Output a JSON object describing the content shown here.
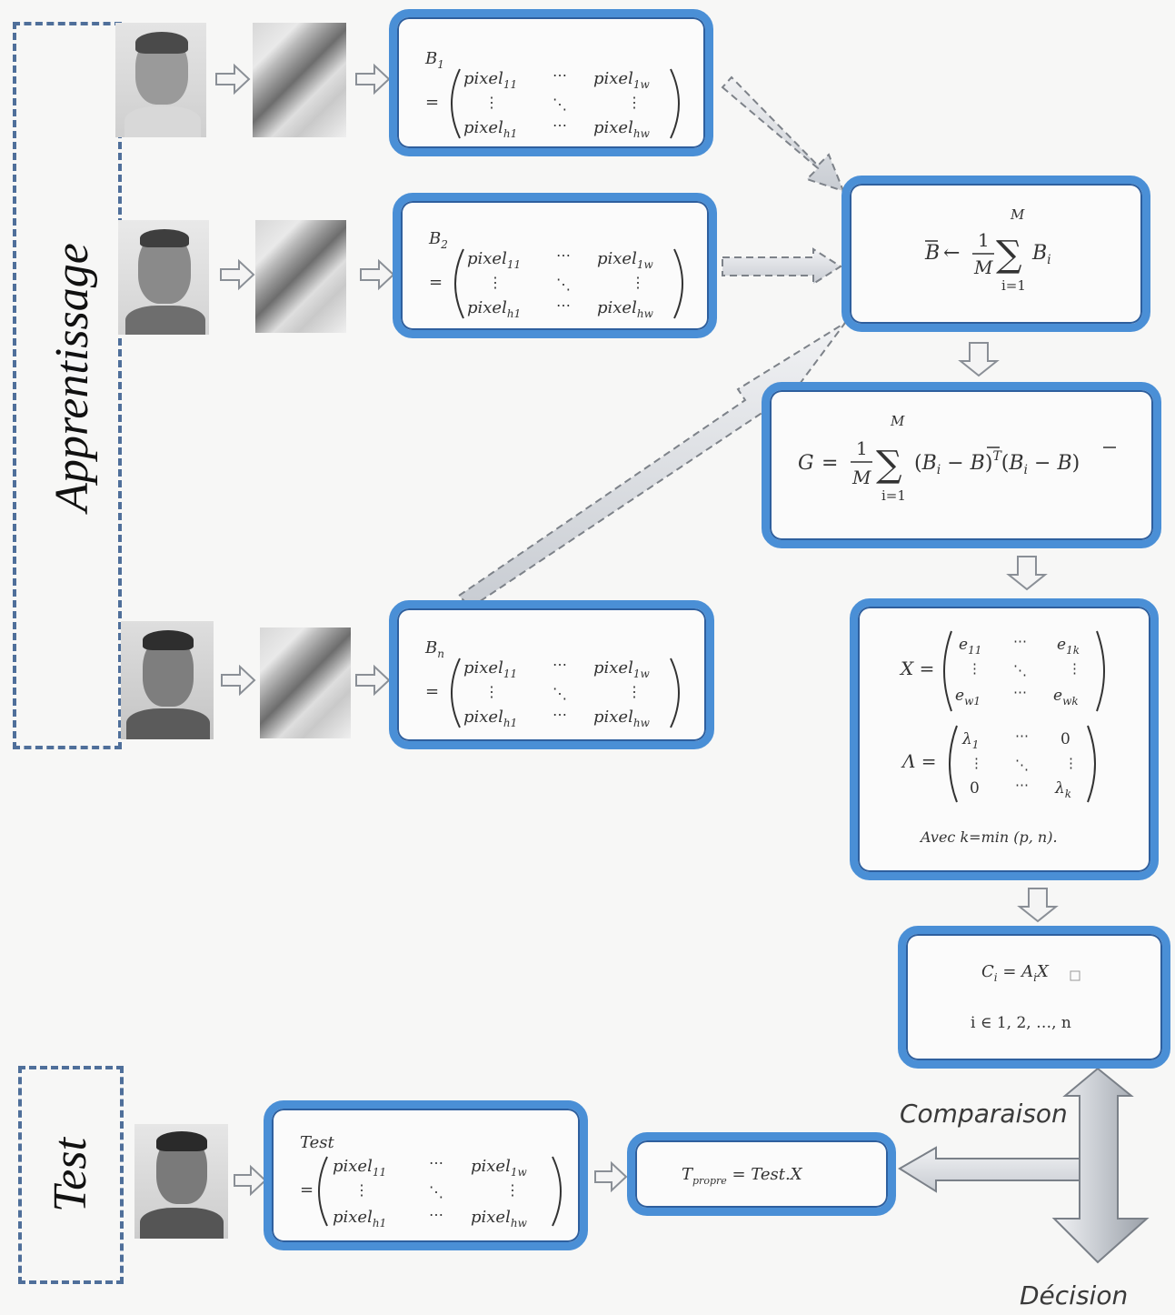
{
  "labels": {
    "training": "Apprentissage",
    "test": "Test",
    "comparison": "Comparaison",
    "decision": "Décision"
  },
  "matrices": {
    "b1_name": "B",
    "b1_sub": "1",
    "b2_name": "B",
    "b2_sub": "2",
    "bn_name": "B",
    "bn_sub": "n",
    "test_name": "Test",
    "pixel": "pixel",
    "sub_11": "11",
    "sub_1w": "1w",
    "sub_h1": "h1",
    "sub_hw": "hw",
    "equals": "="
  },
  "formulas": {
    "mean": "B̄ ← (1/M) Σ_{i=1}^{M} B_i",
    "covariance": "G = (1/M) Σ_{i=1}^{M} (B_i − B̄)^T (B_i − B̄)",
    "eigvec_name": "X",
    "eigval_name": "Λ",
    "with_k": "Avec k=min (p, n).",
    "projection": "C_i = A_i X",
    "index_range": "i ∈ 1, 2, …, n",
    "test_projection": "T_propre = Test.X"
  },
  "colors": {
    "box_border": "#4a8fd6",
    "dash_frame": "#4f6f9a",
    "arrow_fill": "#d9dde3",
    "arrow_stroke": "#8a8f96"
  }
}
